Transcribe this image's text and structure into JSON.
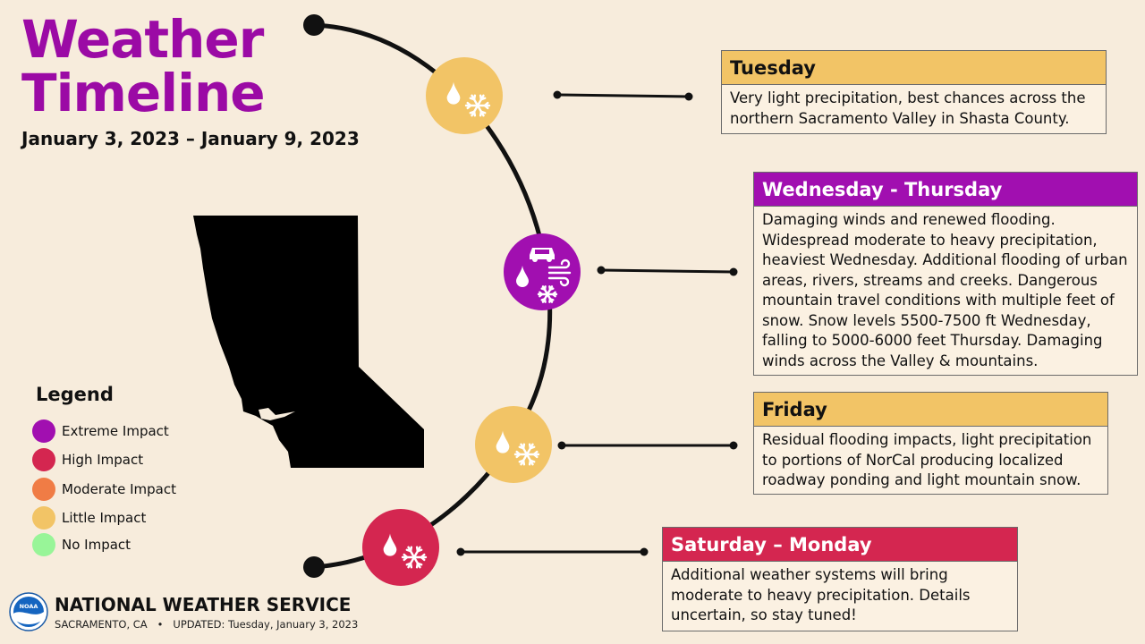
{
  "title_line1": "Weather",
  "title_line2": "Timeline",
  "date_range": "January 3, 2023 – January 9, 2023",
  "colors": {
    "extreme": "#a10fb0",
    "high": "#d42650",
    "moderate": "#f07c45",
    "little": "#f2c466",
    "none": "#98f598",
    "background": "#f7ecdc"
  },
  "events": [
    {
      "day": "Tuesday",
      "impact": "little",
      "icons": [
        "rain-drop-icon",
        "snowflake-icon"
      ],
      "text": "Very light precipitation, best chances across the northern Sacramento Valley in Shasta County."
    },
    {
      "day": "Wednesday - Thursday",
      "impact": "extreme",
      "icons": [
        "car-icon",
        "wind-icon",
        "rain-drop-icon",
        "snowflake-icon"
      ],
      "text": "Damaging winds and renewed flooding. Widespread moderate to heavy precipitation, heaviest Wednesday. Additional flooding of urban areas, rivers, streams and creeks. Dangerous mountain travel conditions with multiple feet of snow. Snow levels 5500-7500 ft Wednesday, falling to 5000-6000 feet Thursday. Damaging winds across the Valley & mountains."
    },
    {
      "day": "Friday",
      "impact": "little",
      "icons": [
        "rain-drop-icon",
        "snowflake-icon"
      ],
      "text": "Residual flooding impacts, light precipitation to portions of NorCal producing localized roadway ponding and light mountain snow."
    },
    {
      "day": "Saturday – Monday",
      "impact": "high",
      "icons": [
        "rain-drop-icon",
        "snowflake-icon"
      ],
      "text": "Additional weather systems will bring moderate to heavy precipitation. Details uncertain, so stay tuned!"
    }
  ],
  "legend": {
    "title": "Legend",
    "items": [
      {
        "label": "Extreme Impact",
        "color": "#a10fb0"
      },
      {
        "label": "High Impact",
        "color": "#d42650"
      },
      {
        "label": "Moderate Impact",
        "color": "#f07c45"
      },
      {
        "label": "Little Impact",
        "color": "#f2c466"
      },
      {
        "label": "No Impact",
        "color": "#98f598"
      }
    ]
  },
  "footer": {
    "agency": "NATIONAL WEATHER SERVICE",
    "office": "SACRAMENTO, CA",
    "updated": "UPDATED: Tuesday, January 3, 2023",
    "logo_text": "NOAA"
  }
}
